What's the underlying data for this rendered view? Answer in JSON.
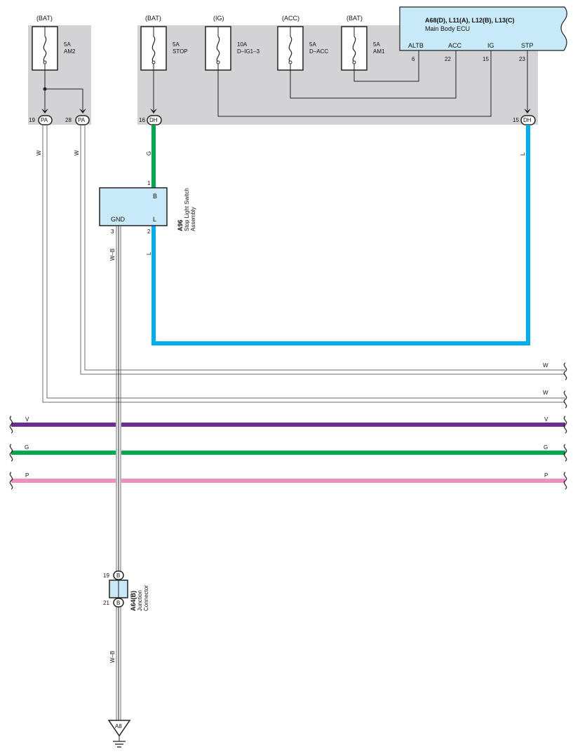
{
  "fuses": [
    {
      "source": "(BAT)",
      "rating": "5A",
      "name": "AM2"
    },
    {
      "source": "(BAT)",
      "rating": "5A",
      "name": "STOP"
    },
    {
      "source": "(IG)",
      "rating": "10A",
      "name": "D–IG1–3"
    },
    {
      "source": "(ACC)",
      "rating": "5A",
      "name": "D–ACC"
    },
    {
      "source": "(BAT)",
      "rating": "5A",
      "name": "AM1"
    }
  ],
  "ecu": {
    "code": "A68(D), L11(A), L12(B), L13(C)",
    "name": "Main Body ECU",
    "pins": [
      {
        "label": "ALTB",
        "number": "6"
      },
      {
        "label": "ACC",
        "number": "22"
      },
      {
        "label": "IG",
        "number": "15"
      },
      {
        "label": "STP",
        "number": "23"
      }
    ]
  },
  "connectors": [
    {
      "pin": "19",
      "code": "PA"
    },
    {
      "pin": "28",
      "code": "PA"
    },
    {
      "pin": "16",
      "code": "DH"
    },
    {
      "pin": "15",
      "code": "DH"
    }
  ],
  "stop_switch": {
    "code": "A96",
    "name_line1": "Stop Light Switch",
    "name_line2": "Assembly",
    "pin_b": "B",
    "pin_gnd": "GND",
    "pin_l": "L",
    "num_1": "1",
    "num_2": "2",
    "num_3": "3"
  },
  "junction": {
    "code": "A64(B)",
    "name_line1": "Junction",
    "name_line2": "Connector",
    "pin_top": "19",
    "pin_bottom": "21",
    "code_letter": "B"
  },
  "ground": {
    "code": "A8"
  },
  "wire_labels": {
    "w_left1": "W",
    "w_left2": "W",
    "g_stop": "G",
    "l_ecu": "L",
    "l_switch": "L",
    "wb_upper": "W–B",
    "wb_lower": "W–B",
    "w_right1": "W",
    "w_right2": "W",
    "v_left": "V",
    "v_right": "V",
    "g_left": "G",
    "g_right": "G",
    "p_left": "P",
    "p_right": "P"
  },
  "colors": {
    "fuse_block": "#d3d3d5",
    "ecu_fill": "#c8e9f7",
    "wire_green": "#00a651",
    "wire_blue": "#00aeef",
    "wire_violet": "#6d2c91",
    "wire_pink": "#ef8fc0",
    "wire_white_outline": "#6b6b6b"
  }
}
